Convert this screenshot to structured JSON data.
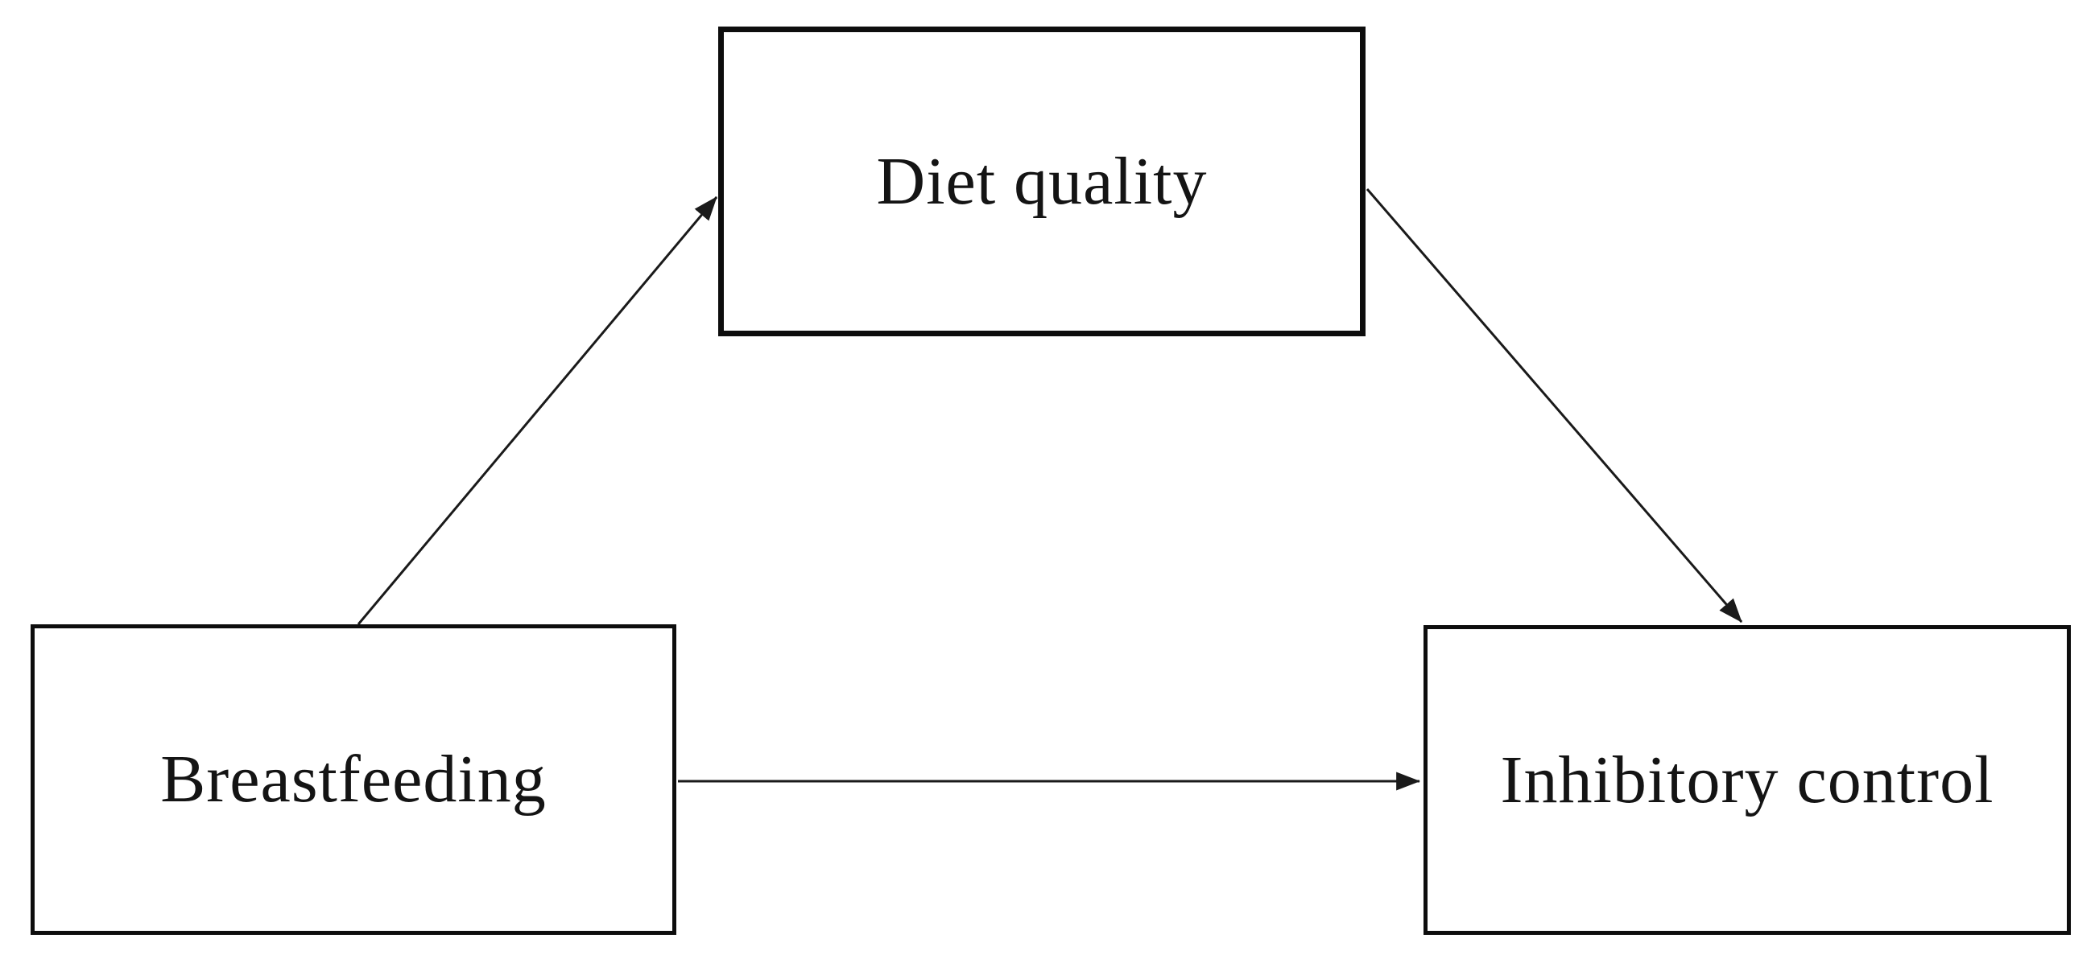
{
  "figure": {
    "background_color": "#ffffff",
    "box_border_color": "#0d0d0d",
    "text_color": "#141414",
    "arrow_color": "#1a1a1a",
    "nodes": [
      {
        "id": "mediator",
        "label": "Diet quality"
      },
      {
        "id": "predictor",
        "label": "Breastfeeding"
      },
      {
        "id": "outcome",
        "label": "Inhibitory control"
      }
    ],
    "edges": [
      {
        "id": "predictor-to-mediator",
        "from": "Breastfeeding",
        "to": "Diet quality",
        "style": "arrow"
      },
      {
        "id": "mediator-to-outcome",
        "from": "Diet quality",
        "to": "Inhibitory control",
        "style": "arrow"
      },
      {
        "id": "predictor-to-outcome",
        "from": "Breastfeeding",
        "to": "Inhibitory control",
        "style": "arrow"
      }
    ]
  }
}
